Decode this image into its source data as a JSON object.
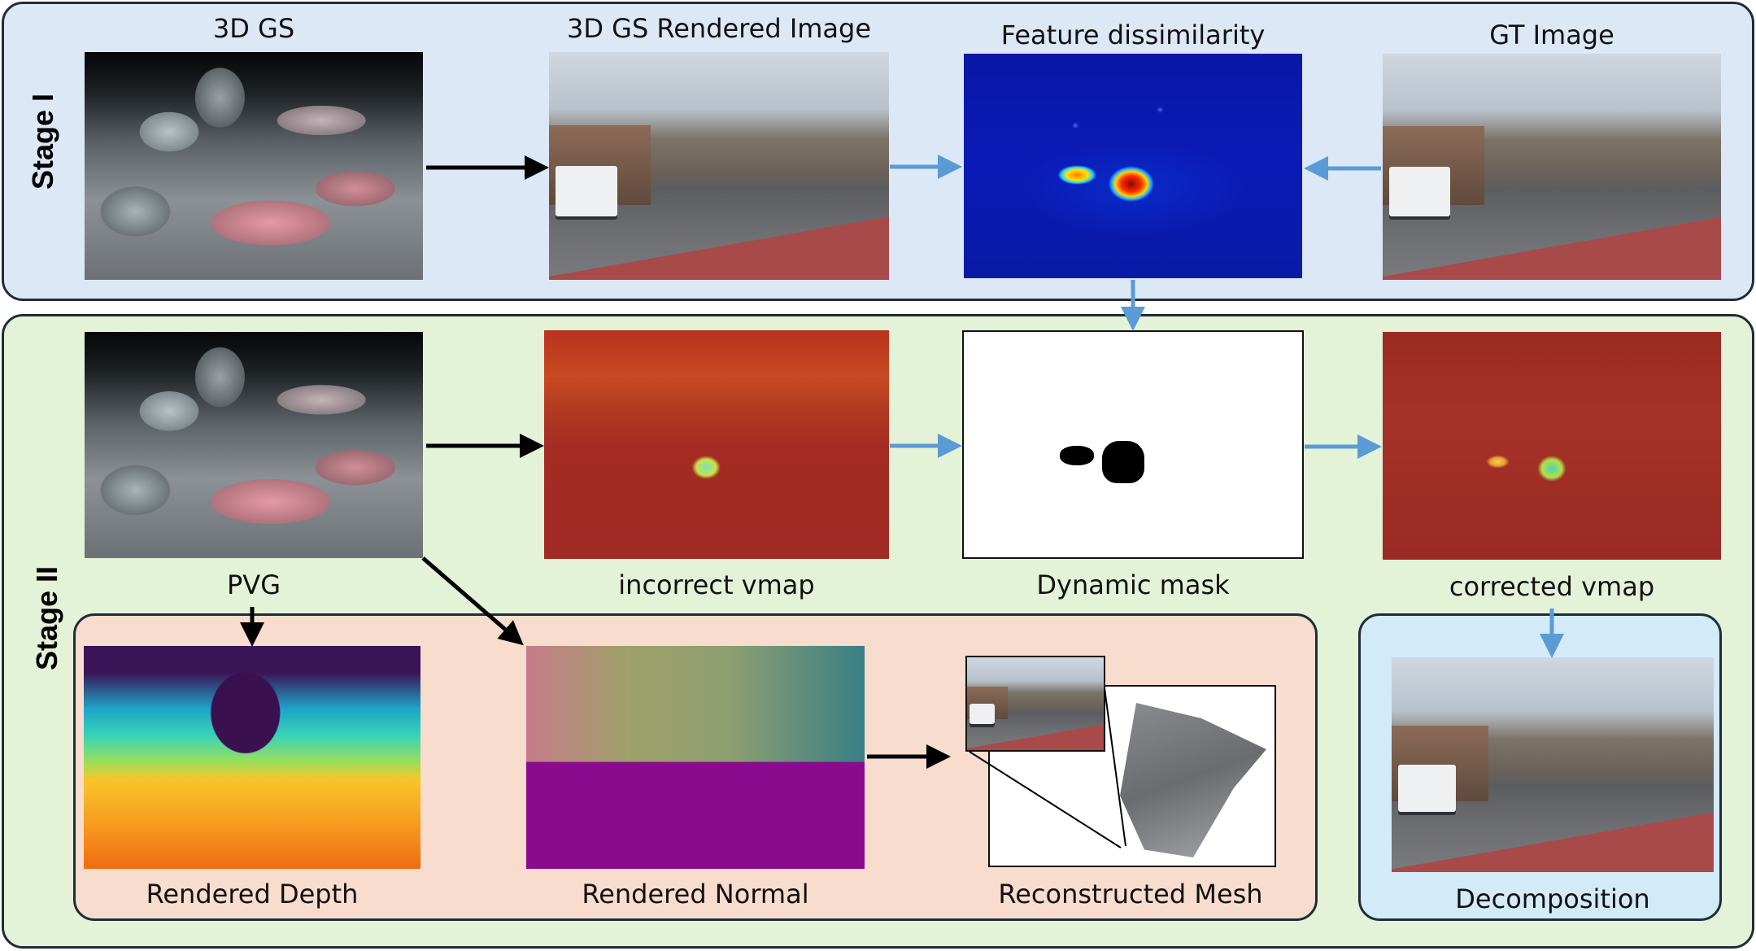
{
  "stage1": {
    "label": "Stage I",
    "captions": {
      "gs": "3D GS",
      "rendered": "3D GS Rendered Image",
      "dissimilarity": "Feature dissimilarity",
      "gt": "GT Image"
    }
  },
  "stage2": {
    "label": "Stage II",
    "captions": {
      "pvg": "PVG",
      "incorrect_vmap": "incorrect vmap",
      "dynamic_mask": "Dynamic mask",
      "corrected_vmap": "corrected vmap",
      "depth": "Rendered Depth",
      "normal": "Rendered Normal",
      "mesh": "Reconstructed Mesh",
      "decomposition": "Decomposition"
    }
  },
  "colors": {
    "stage1_bg": "#dde8f6",
    "stage2_bg": "#e4f2d8",
    "output_bg": "#f8dccd",
    "decomp_bg": "#d3eaf9",
    "arrow_black": "#000000",
    "arrow_blue": "#5b9bd5"
  }
}
